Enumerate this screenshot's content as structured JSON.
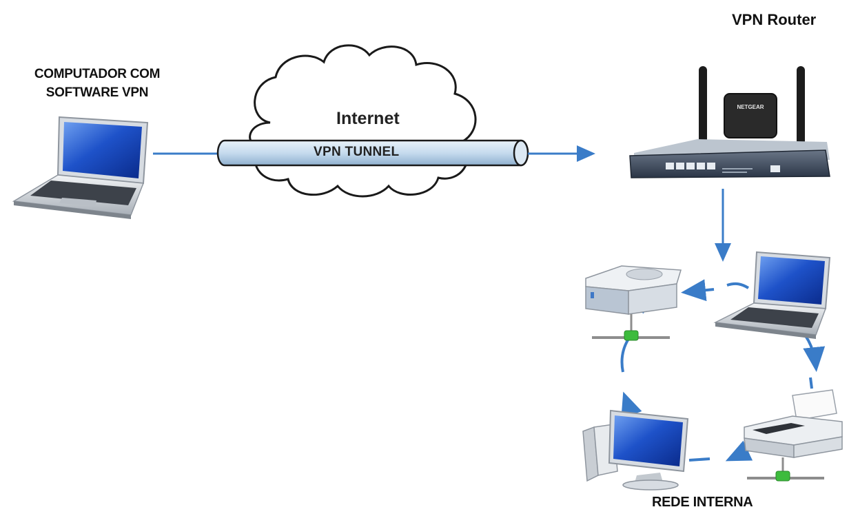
{
  "labels": {
    "computer_line1": "COMPUTADOR COM",
    "computer_line2": "SOFTWARE VPN",
    "router": "VPN Router",
    "internet": "Internet",
    "tunnel": "VPN TUNNEL",
    "lan": "REDE INTERNA"
  },
  "router_brand": "NETGEAR",
  "colors": {
    "arrow": "#3a7cc8",
    "tunnel_fill": "#cfe0ef",
    "screen": "#1e52c9",
    "network_connector": "#3dbb3d"
  },
  "icons": [
    "laptop-icon",
    "cloud-icon",
    "tunnel-pipe-icon",
    "router-icon",
    "server-icon",
    "laptop-icon",
    "printer-icon",
    "desktop-icon"
  ]
}
